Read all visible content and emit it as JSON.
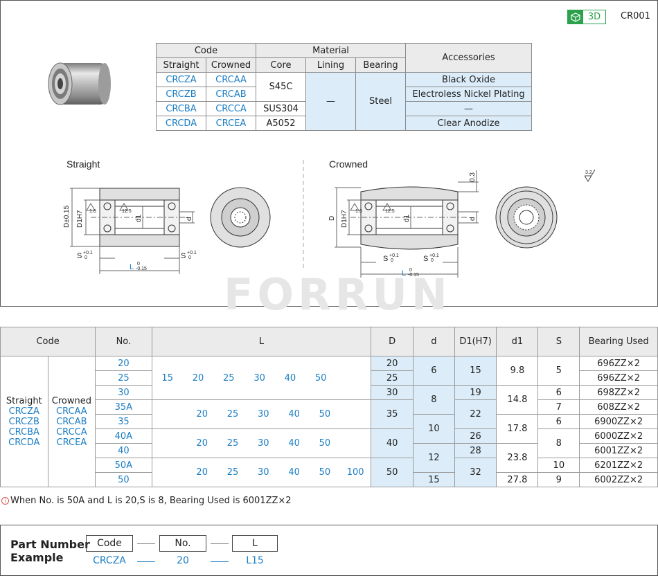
{
  "header": {
    "badge_3d": "3D",
    "series_code": "CR001"
  },
  "material_table": {
    "head": {
      "code": "Code",
      "material": "Material",
      "accessories": "Accessories",
      "straight": "Straight",
      "crowned": "Crowned",
      "core": "Core",
      "lining": "Lining",
      "bearing": "Bearing"
    },
    "rows": [
      {
        "straight": "CRCZA",
        "crowned": "CRCAA",
        "accessory": "Black Oxide"
      },
      {
        "straight": "CRCZB",
        "crowned": "CRCAB",
        "accessory": "Electroless Nickel Plating"
      },
      {
        "straight": "CRCBA",
        "crowned": "CRCCA",
        "accessory": "—"
      },
      {
        "straight": "CRCDA",
        "crowned": "CRCEA",
        "accessory": "Clear Anodize"
      }
    ],
    "core_s45c": "S45C",
    "core_sus304": "SUS304",
    "core_a5052": "A5052",
    "lining": "—",
    "bearing": "Steel"
  },
  "diagram": {
    "straight_title": "Straight",
    "crowned_title": "Crowned",
    "dim_D_tol": "D±0.15",
    "dim_D": "D",
    "dim_D1": "D1H7",
    "dim_d1": "d1",
    "dim_d": "d",
    "dim_S": "S",
    "dim_S_tol_up": "+0.1",
    "dim_S_tol_dn": "0",
    "dim_L": "L",
    "dim_L_tol_up": "0",
    "dim_L_tol_dn": "-0.15",
    "rough_16": "1.6",
    "rough_125": "12.5",
    "rough_32": "3.2",
    "crown_03": "0.3",
    "watermark": "FORRUN"
  },
  "spec_table": {
    "head": {
      "code": "Code",
      "no": "No.",
      "L": "L",
      "D": "D",
      "d": "d",
      "D1": "D1(H7)",
      "d1": "d1",
      "S": "S",
      "bearing": "Bearing Used"
    },
    "code_straight_title": "Straight",
    "code_crowned_title": "Crowned",
    "code_straight": [
      "CRCZA",
      "CRCZB",
      "CRCBA",
      "CRCDA"
    ],
    "code_crowned": [
      "CRCAA",
      "CRCAB",
      "CRCCA",
      "CRCEA"
    ],
    "nos": [
      "20",
      "25",
      "30",
      "35A",
      "35",
      "40A",
      "40",
      "50A",
      "50"
    ],
    "L_group1": [
      "15",
      "20",
      "25",
      "30",
      "40",
      "50"
    ],
    "L_group2": [
      "20",
      "25",
      "30",
      "40",
      "50"
    ],
    "L_group3": [
      "20",
      "25",
      "30",
      "40",
      "50"
    ],
    "L_group4": [
      "20",
      "25",
      "30",
      "40",
      "50",
      "100"
    ],
    "D": [
      "20",
      "25",
      "30",
      "35",
      "40",
      "50"
    ],
    "d": [
      "6",
      "8",
      "10",
      "12",
      "15"
    ],
    "D1": [
      "15",
      "19",
      "22",
      "26",
      "28",
      "32"
    ],
    "d1": [
      "9.8",
      "14.8",
      "17.8",
      "23.8",
      "27.8"
    ],
    "S": [
      "5",
      "6",
      "7",
      "6",
      "8",
      "10",
      "9"
    ],
    "bearing": [
      "696ZZ×2",
      "698ZZ×2",
      "608ZZ×2",
      "6900ZZ×2",
      "6000ZZ×2",
      "6001ZZ×2",
      "6201ZZ×2",
      "6002ZZ×2"
    ]
  },
  "note": "When No. is 50A and L is 20,S is 8, Bearing Used is 6001ZZ×2",
  "part_number": {
    "title_line1": "Part Number",
    "title_line2": "Example",
    "box_code": "Code",
    "box_no": "No.",
    "box_L": "L",
    "val_code": "CRCZA",
    "val_no": "20",
    "val_L": "L15"
  },
  "colors": {
    "accent_blue": "#1a7dc4",
    "light_blue": "#dcedf9",
    "green_3d": "#2aa14a",
    "header_gray": "#ebebeb"
  }
}
